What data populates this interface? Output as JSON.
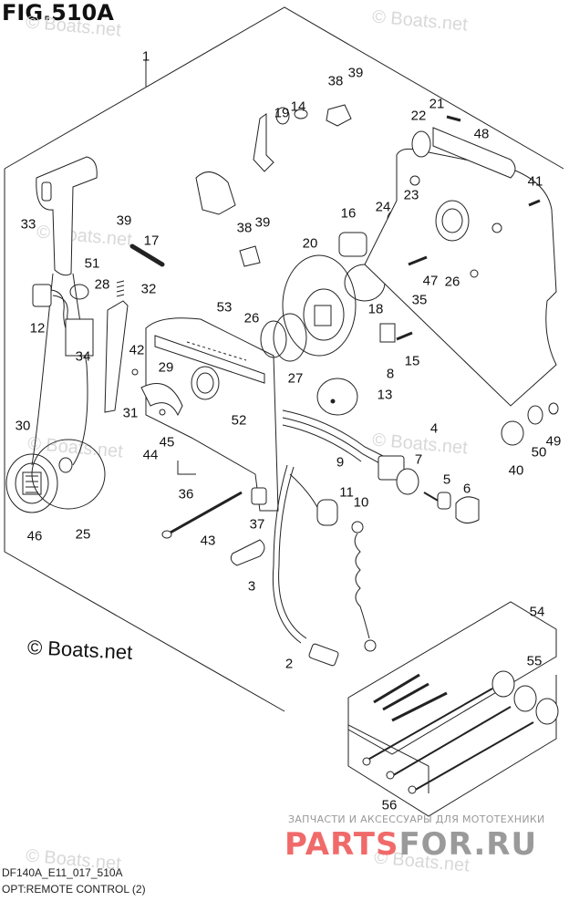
{
  "figure": {
    "title": "FIG.510A",
    "code": "DF140A_E11_017_510A",
    "caption": "OPT:REMOTE CONTROL (2)"
  },
  "watermarks": {
    "boats_light": "© Boats.net",
    "boats_dark": "© Boats.net"
  },
  "promo": {
    "tagline": "ЗАПЧАСТИ И АКСЕССУАРЫ ДЛЯ МОТОТЕХНИКИ",
    "logo_red": "PARTS",
    "logo_gray": "FOR.RU",
    "colors": {
      "red": "#f06a6a",
      "gray": "#9a9a9a"
    }
  },
  "callouts": [
    {
      "id": "1",
      "label": "1"
    },
    {
      "id": "2",
      "label": "2"
    },
    {
      "id": "3",
      "label": "3"
    },
    {
      "id": "4",
      "label": "4"
    },
    {
      "id": "5",
      "label": "5"
    },
    {
      "id": "6",
      "label": "6"
    },
    {
      "id": "7",
      "label": "7"
    },
    {
      "id": "8",
      "label": "8"
    },
    {
      "id": "9",
      "label": "9"
    },
    {
      "id": "10",
      "label": "10"
    },
    {
      "id": "11",
      "label": "11"
    },
    {
      "id": "12",
      "label": "12"
    },
    {
      "id": "13",
      "label": "13"
    },
    {
      "id": "14",
      "label": "14"
    },
    {
      "id": "15",
      "label": "15"
    },
    {
      "id": "16",
      "label": "16"
    },
    {
      "id": "17",
      "label": "17"
    },
    {
      "id": "18",
      "label": "18"
    },
    {
      "id": "19",
      "label": "19"
    },
    {
      "id": "20",
      "label": "20"
    },
    {
      "id": "21",
      "label": "21"
    },
    {
      "id": "22",
      "label": "22"
    },
    {
      "id": "23",
      "label": "23"
    },
    {
      "id": "24",
      "label": "24"
    },
    {
      "id": "25",
      "label": "25"
    },
    {
      "id": "26a",
      "label": "26"
    },
    {
      "id": "26b",
      "label": "26"
    },
    {
      "id": "27",
      "label": "27"
    },
    {
      "id": "28",
      "label": "28"
    },
    {
      "id": "29",
      "label": "29"
    },
    {
      "id": "30",
      "label": "30"
    },
    {
      "id": "31",
      "label": "31"
    },
    {
      "id": "32",
      "label": "32"
    },
    {
      "id": "33",
      "label": "33"
    },
    {
      "id": "34",
      "label": "34"
    },
    {
      "id": "35",
      "label": "35"
    },
    {
      "id": "36",
      "label": "36"
    },
    {
      "id": "37",
      "label": "37"
    },
    {
      "id": "38a",
      "label": "38"
    },
    {
      "id": "38b",
      "label": "38"
    },
    {
      "id": "39a",
      "label": "39"
    },
    {
      "id": "39b",
      "label": "39"
    },
    {
      "id": "39c",
      "label": "39"
    },
    {
      "id": "40",
      "label": "40"
    },
    {
      "id": "41",
      "label": "41"
    },
    {
      "id": "42",
      "label": "42"
    },
    {
      "id": "43",
      "label": "43"
    },
    {
      "id": "44",
      "label": "44"
    },
    {
      "id": "45",
      "label": "45"
    },
    {
      "id": "46",
      "label": "46"
    },
    {
      "id": "47",
      "label": "47"
    },
    {
      "id": "48",
      "label": "48"
    },
    {
      "id": "49",
      "label": "49"
    },
    {
      "id": "50",
      "label": "50"
    },
    {
      "id": "51",
      "label": "51"
    },
    {
      "id": "52",
      "label": "52"
    },
    {
      "id": "53",
      "label": "53"
    },
    {
      "id": "54",
      "label": "54"
    },
    {
      "id": "55",
      "label": "55"
    },
    {
      "id": "56",
      "label": "56"
    }
  ]
}
